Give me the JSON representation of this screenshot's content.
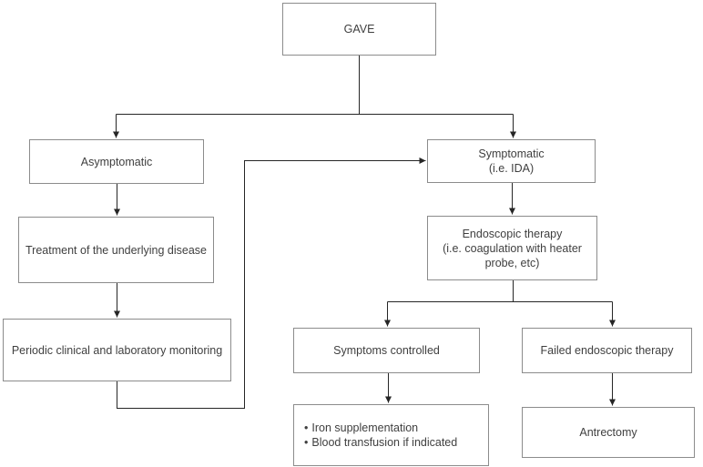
{
  "diagram_type": "flowchart",
  "nodes": {
    "gave": {
      "label": "GAVE"
    },
    "asymptomatic": {
      "label": "Asymptomatic"
    },
    "treatment": {
      "label": "Treatment of the underlying disease"
    },
    "monitoring": {
      "label": "Periodic clinical and laboratory monitoring"
    },
    "symptomatic": {
      "line1": "Symptomatic",
      "line2": "(i.e. IDA)"
    },
    "endoscopic_therapy": {
      "line1": "Endoscopic therapy",
      "line2": "(i.e. coagulation with heater",
      "line3": "probe, etc)"
    },
    "symptoms_controlled": {
      "label": "Symptoms controlled"
    },
    "failed_endoscopic_therapy": {
      "label": "Failed endoscopic therapy"
    },
    "supportive_care": {
      "bullet": "•",
      "items": [
        "Iron supplementation",
        "Blood transfusion if indicated"
      ]
    },
    "antrectomy": {
      "label": "Antrectomy"
    }
  },
  "edges": [
    {
      "from": "gave",
      "to": "asymptomatic"
    },
    {
      "from": "gave",
      "to": "symptomatic"
    },
    {
      "from": "asymptomatic",
      "to": "treatment"
    },
    {
      "from": "treatment",
      "to": "monitoring"
    },
    {
      "from": "monitoring",
      "to": "symptomatic"
    },
    {
      "from": "symptomatic",
      "to": "endoscopic_therapy"
    },
    {
      "from": "endoscopic_therapy",
      "to": "symptoms_controlled"
    },
    {
      "from": "endoscopic_therapy",
      "to": "failed_endoscopic_therapy"
    },
    {
      "from": "symptoms_controlled",
      "to": "supportive_care"
    },
    {
      "from": "failed_endoscopic_therapy",
      "to": "antrectomy"
    }
  ],
  "colors": {
    "background": "#ffffff",
    "box_border": "#8c8c8c",
    "connector_line": "#262626",
    "text": "#3f3f3f"
  }
}
